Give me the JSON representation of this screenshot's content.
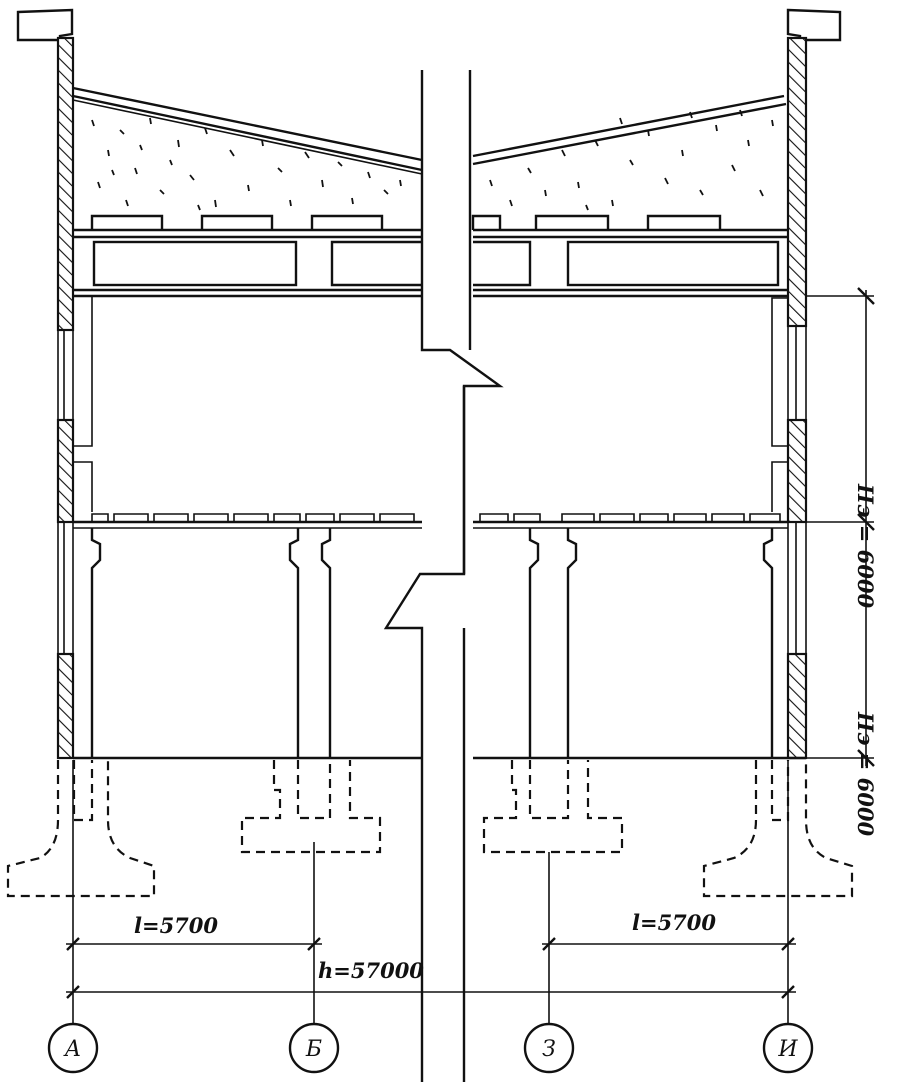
{
  "dimensions": {
    "span_left": "l=5700",
    "span_right": "l=5700",
    "total_length": "h=57000",
    "floor_height_upper": "Нэ = 6000",
    "floor_height_lower": "Нэ = 6000"
  },
  "axes": {
    "a": "А",
    "b": "Б",
    "z": "З",
    "i": "И"
  }
}
